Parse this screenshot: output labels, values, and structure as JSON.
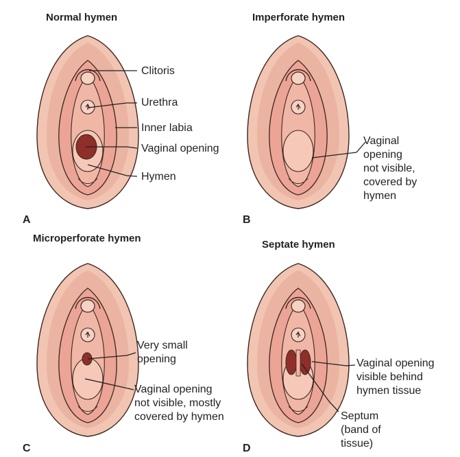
{
  "colors": {
    "skin": "#f2c4b2",
    "skin_dark": "#e3a08c",
    "mucosa": "#eba495",
    "outline": "#3a2520",
    "opening": "#8e2f2a"
  },
  "panels": {
    "a": {
      "title": "Normal hymen",
      "letter": "A",
      "labels": {
        "clitoris": "Clitoris",
        "urethra": "Urethra",
        "inner_labia": "Inner labia",
        "vaginal_opening": "Vaginal opening",
        "hymen": "Hymen"
      }
    },
    "b": {
      "title": "Imperforate hymen",
      "letter": "B",
      "labels": {
        "note": [
          "Vaginal",
          "opening",
          "not visible,",
          "covered by",
          "hymen"
        ]
      }
    },
    "c": {
      "title": "Microperforate hymen",
      "letter": "C",
      "labels": {
        "small_opening": [
          "Very small",
          "opening"
        ],
        "note": [
          "Vaginal opening",
          "not visible, mostly",
          "covered by hymen"
        ]
      }
    },
    "d": {
      "title": "Septate hymen",
      "letter": "D",
      "labels": {
        "note": [
          "Vaginal opening",
          "visible behind",
          "hymen tissue"
        ],
        "septum": [
          "Septum",
          "(band of",
          "tissue)"
        ]
      }
    }
  }
}
